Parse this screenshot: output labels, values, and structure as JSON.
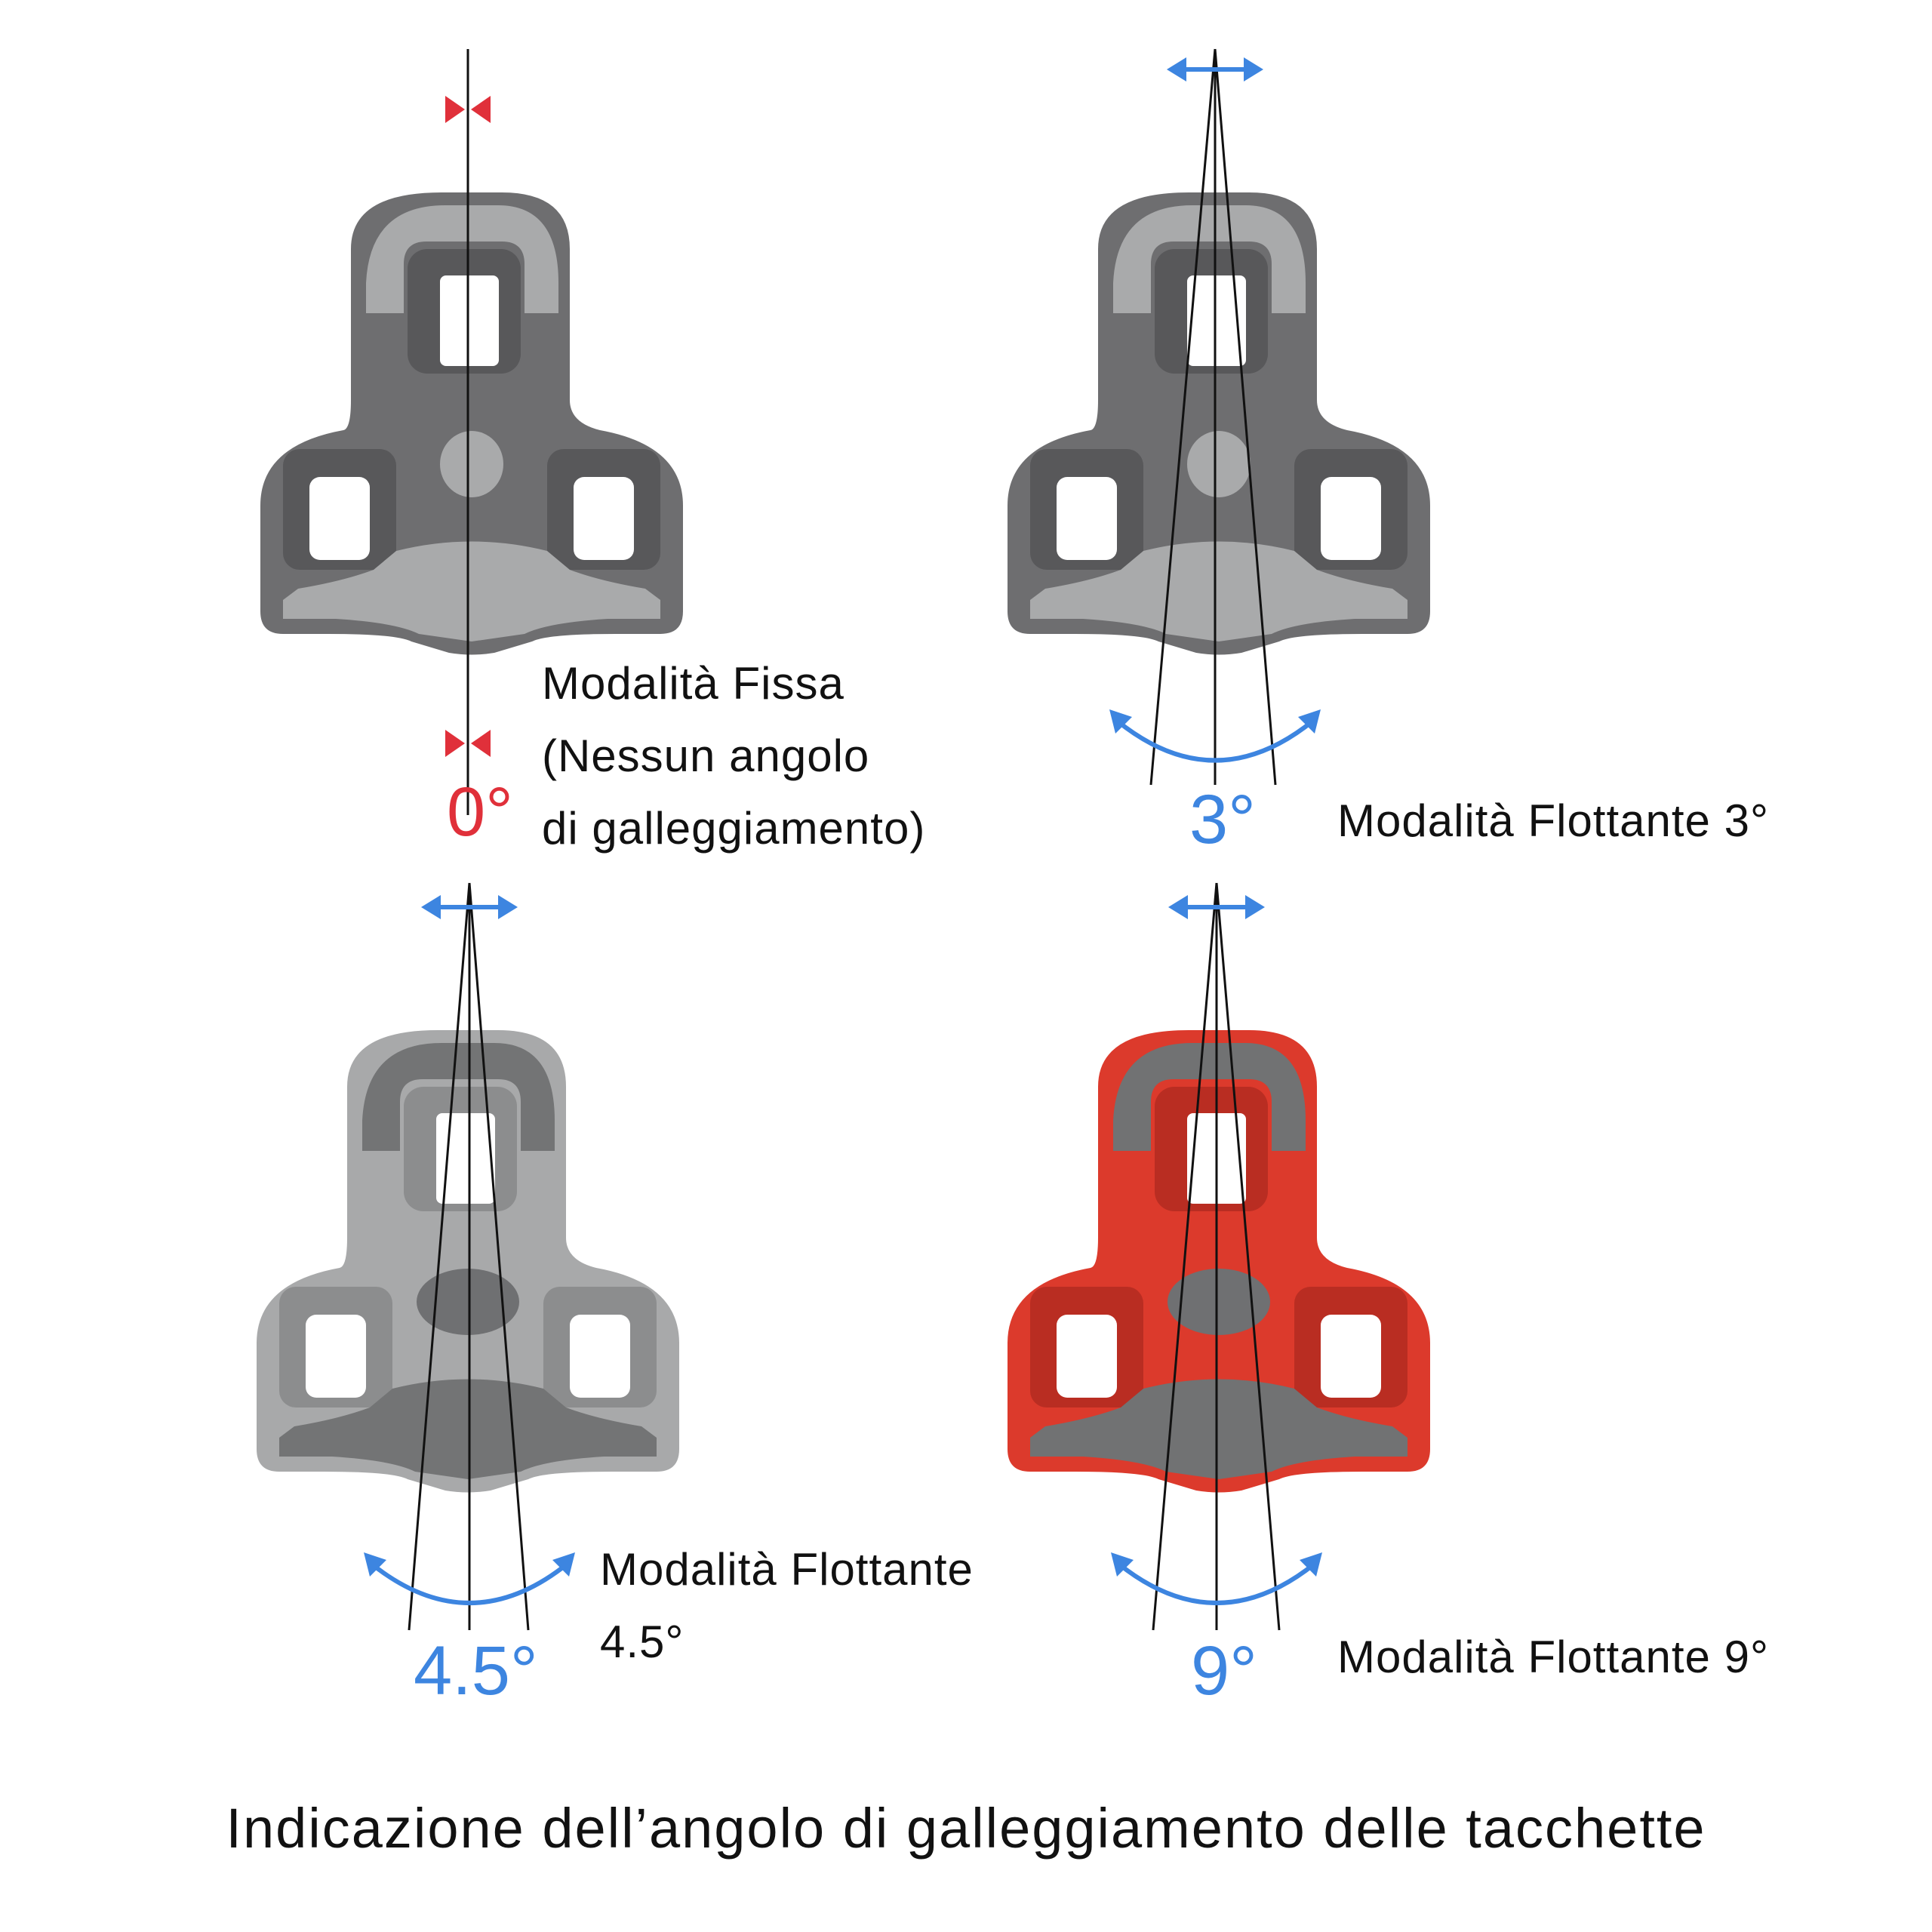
{
  "colors": {
    "marker_red": "#e0303a",
    "float_blue": "#3d85e0",
    "cleat_dark_gray": "#6e6e70",
    "cleat_light_gray": "#a9aaab",
    "cleat_gray_body": "#a8a9aa",
    "cleat_gray_pad": "#737475",
    "cleat_red_body": "#dc3a2c",
    "cleat_red_pad": "#717273"
  },
  "icons": {
    "fixed_marker": "red-inward-triangle-icon",
    "float_arrow": "blue-double-arrow-icon",
    "rotation_arrow": "blue-curved-double-arrow-icon"
  },
  "panels": [
    {
      "id": "fixed",
      "angle_value": "0°",
      "mode_lines": [
        "Modalità Fissa",
        "(Nessun angolo",
        "di galleggiamento)"
      ],
      "cleat_variant": "dark",
      "float_degrees": 0
    },
    {
      "id": "float-3",
      "angle_value": "3°",
      "mode_lines": [
        "Modalità Flottante 3°"
      ],
      "cleat_variant": "dark",
      "float_degrees": 3
    },
    {
      "id": "float-45",
      "angle_value": "4.5°",
      "mode_lines": [
        "Modalità Flottante",
        "4.5°"
      ],
      "cleat_variant": "gray",
      "float_degrees": 4.5
    },
    {
      "id": "float-9",
      "angle_value": "9°",
      "mode_lines": [
        "Modalità Flottante 9°"
      ],
      "cleat_variant": "red",
      "float_degrees": 9
    }
  ],
  "footer_title": "Indicazione dell’angolo di galleggiamento delle tacchette"
}
